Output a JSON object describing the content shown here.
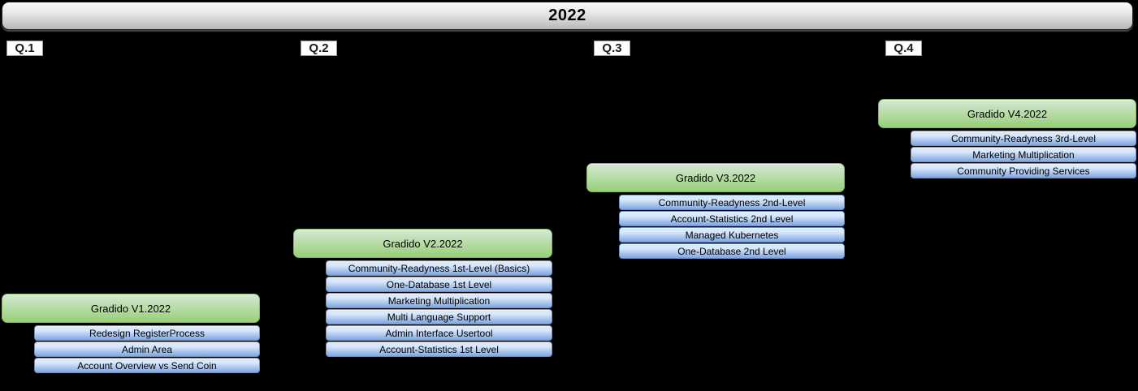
{
  "title": "2022",
  "quarters": [
    {
      "label": "Q.1"
    },
    {
      "label": "Q.2"
    },
    {
      "label": "Q.3"
    },
    {
      "label": "Q.4"
    }
  ],
  "groups": [
    {
      "quarter": "Q.1",
      "release": "Gradido V1.2022",
      "items": [
        "Redesign RegisterProcess",
        "Admin Area",
        "Account Overview vs Send Coin"
      ]
    },
    {
      "quarter": "Q.2",
      "release": "Gradido V2.2022",
      "items": [
        "Community-Readyness 1st-Level (Basics)",
        "One-Database 1st Level",
        "Marketing Multiplication",
        "Multi Language Support",
        "Admin Interface Usertool",
        "Account-Statistics 1st Level"
      ]
    },
    {
      "quarter": "Q.3",
      "release": "Gradido V3.2022",
      "items": [
        "Community-Readyness 2nd-Level",
        "Account-Statistics 2nd Level",
        "Managed Kubernetes",
        "One-Database 2nd Level"
      ]
    },
    {
      "quarter": "Q.4",
      "release": "Gradido V4.2022",
      "items": [
        "Community-Readyness 3rd-Level",
        "Marketing Multiplication",
        "Community Providing Services"
      ]
    }
  ],
  "colors": {
    "background": "#000000",
    "release_fill_top": "#d5e8d4",
    "release_fill_bottom": "#97d077",
    "release_border": "#82b366",
    "item_fill_top": "#dae8fc",
    "item_fill_bottom": "#7ea6e0",
    "item_border": "#6c8ebf",
    "header_text": "#000000"
  }
}
